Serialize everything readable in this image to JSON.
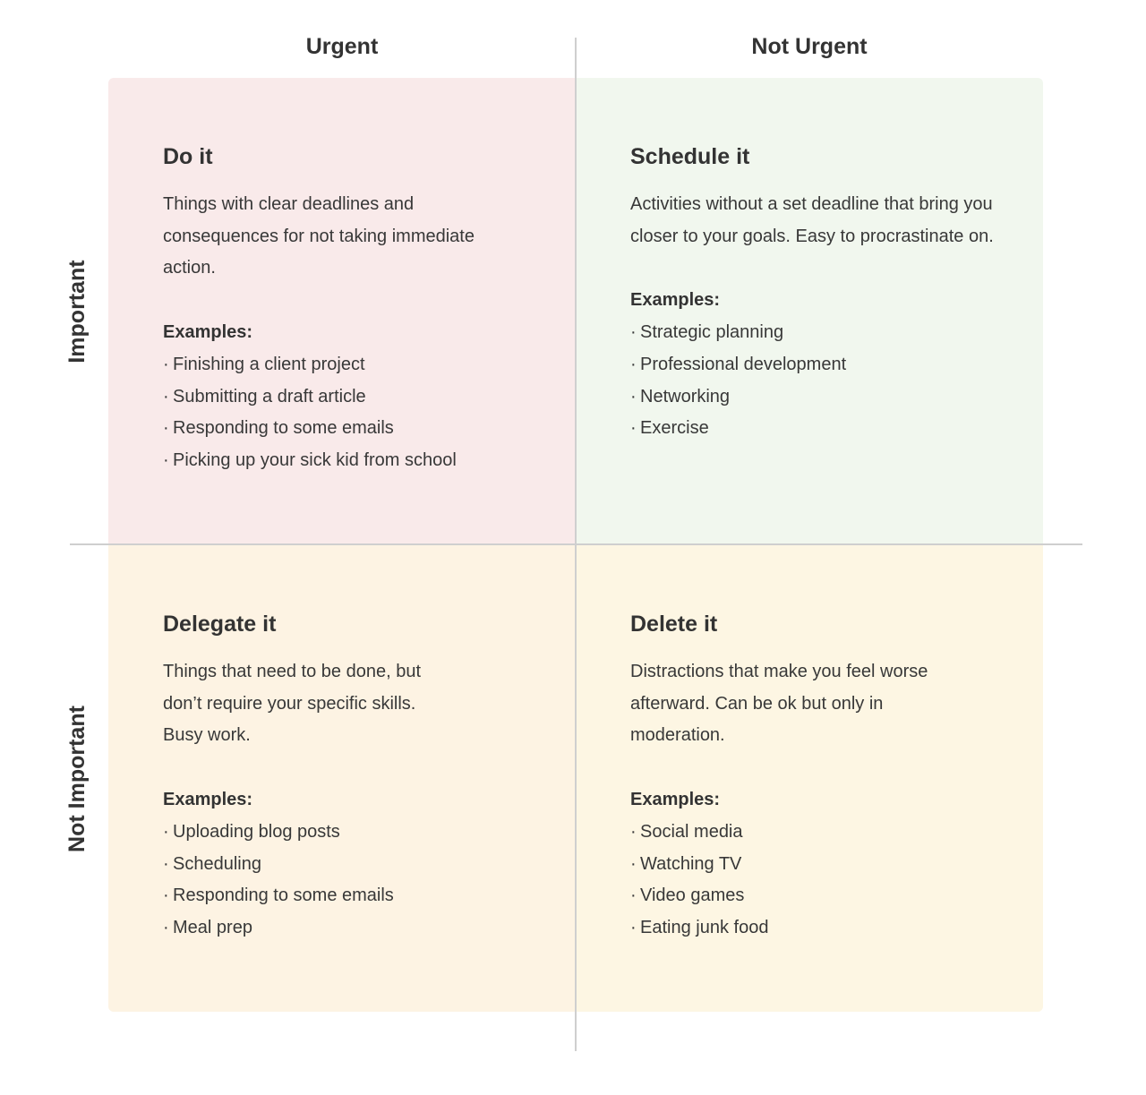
{
  "columns": {
    "urgent": "Urgent",
    "not_urgent": "Not Urgent"
  },
  "rows": {
    "important": "Important",
    "not_important": "Not Important"
  },
  "bullet": "·",
  "quadrants": {
    "do": {
      "title": "Do it",
      "description": "Things with clear deadlines and consequences for not taking immediate action.",
      "examples_label": "Examples:",
      "examples": [
        "Finishing a client project",
        "Submitting a draft article",
        "Responding to some emails",
        "Picking up your sick kid from school"
      ],
      "color": "#f9eaea"
    },
    "schedule": {
      "title": "Schedule it",
      "description": "Activities without a set deadline that bring you closer to your goals. Easy to procrastinate on.",
      "examples_label": "Examples:",
      "examples": [
        "Strategic planning",
        "Professional development",
        "Networking",
        "Exercise"
      ],
      "color": "#f1f7ee"
    },
    "delegate": {
      "title": "Delegate it",
      "description": "Things that need to be done, but don’t require your specific skills. Busy work.",
      "examples_label": "Examples:",
      "examples": [
        "Uploading blog posts",
        "Scheduling",
        "Responding to some emails",
        "Meal prep"
      ],
      "color": "#fdf3e3"
    },
    "delete": {
      "title": "Delete it",
      "description": "Distractions that make you feel worse afterward. Can be ok but only in moderation.",
      "examples_label": "Examples:",
      "examples": [
        "Social media",
        "Watching TV",
        "Video games",
        "Eating junk food"
      ],
      "color": "#fdf6e3"
    }
  }
}
